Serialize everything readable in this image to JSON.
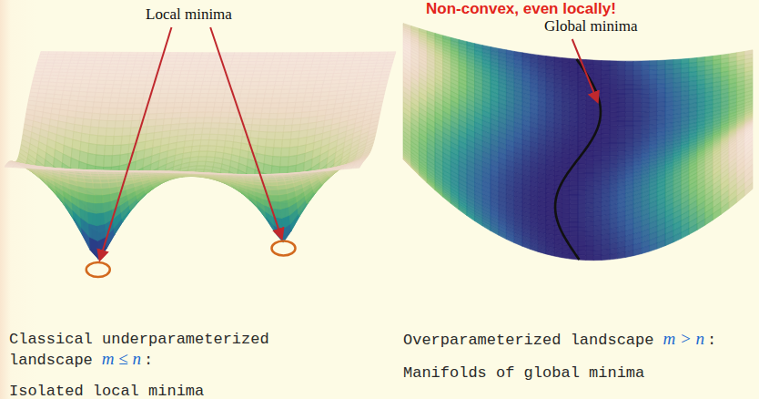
{
  "diagram": {
    "labels": [
      "Local minima",
      "Non-convex, even locally!",
      "Global minima",
      "Classical underparameterized landscape",
      "m ≤ n",
      ":",
      "Isolated local minima",
      "Overparameterized landscape",
      "m > n",
      ":",
      "Manifolds of global minima"
    ]
  }
}
